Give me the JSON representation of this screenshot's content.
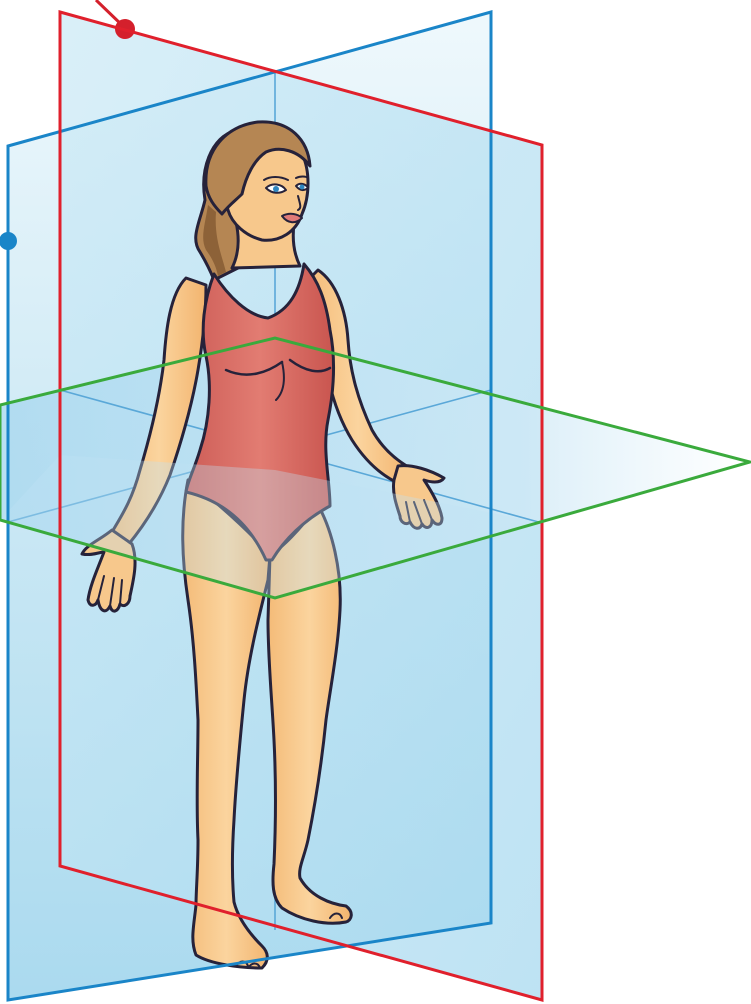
{
  "figure": {
    "subject": "anatomical-body-planes",
    "planes": [
      {
        "id": "sagittal",
        "outline_color": "#e0202c",
        "marker_color": "#d4202c"
      },
      {
        "id": "frontal",
        "outline_color": "#1a85c8",
        "marker_color": "#1a85c8"
      },
      {
        "id": "transverse",
        "outline_color": "#3aaa3c"
      }
    ],
    "colors": {
      "plane_fill": "#bfe3f3",
      "skin": "#f7c88c",
      "skin_shadow": "#eba75f",
      "swimsuit": "#d96a63",
      "swimsuit_shadow": "#c4524d",
      "hair": "#b58653",
      "hair_shadow": "#8d6238",
      "outline": "#26223a"
    }
  }
}
